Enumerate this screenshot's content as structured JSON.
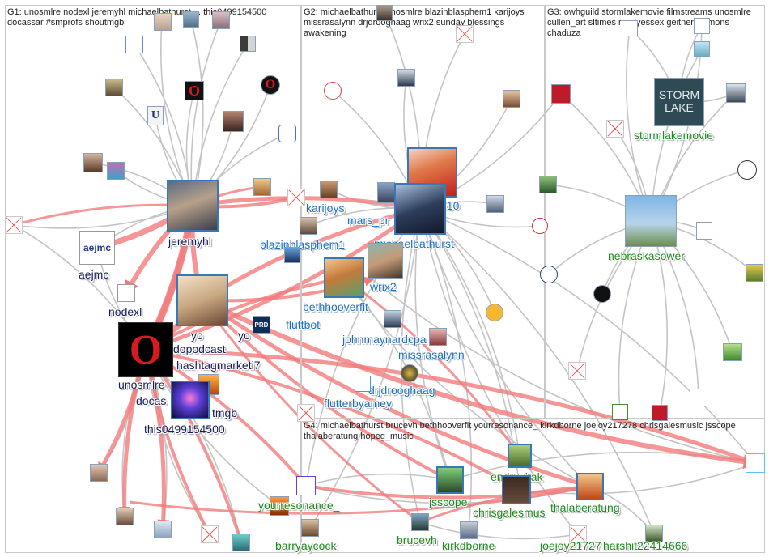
{
  "groups": [
    {
      "id": "G1",
      "title": "G1: unosmlre nodexl jeremyhl michaelbathurst ... this0499154500 docassar #smprofs shoutmgb"
    },
    {
      "id": "G2",
      "title": "G2: michaelbathurst unosmlre blazinblasphem1 karijoys missrasalynn drjdrooghaag wrix2 sunday blessings awakening"
    },
    {
      "id": "G3",
      "title": "G3: owhguild stormlakemovie filmstreams unosmlre cullen_art sltimes randyessex geitnersimmons chaduza"
    },
    {
      "id": "G4",
      "title": "G4: michaelbathurst brucevh bethhooverfit yourresonance_ kirkdborne joejoy217278 chrisgalesmusic jsscope thalaberatung hopeg_music"
    }
  ],
  "labels": {
    "jeremyhl": "jeremyhl",
    "aejmc": "aejmc",
    "nodexl": "nodexl",
    "yo": "yo",
    "yo2": "yo",
    "dopodcast": "dopodcast",
    "hashtagmarketi7": "hashtagmarketi7",
    "unosmlre": "unosmlre",
    "docas": "docas",
    "tmgb": "tmgb",
    "this0499154500": "this0499154500",
    "karijoys": "karijoys",
    "mars_p": "mars_pr",
    "e10": "e10",
    "blazinblasphem1": "blazinblasphem1",
    "michaelbathurst": "michaelbathurst",
    "bethhooverfit": "bethhooverfit",
    "wrix2": "wrix2",
    "fluttbot": "fluttbot",
    "johnmaynardcpa": "johnmaynardcpa",
    "missrasalynn": "missrasalynn",
    "drjdrooghaag": "drjdrooghaag",
    "flutterbyamey": "flutterbyamey",
    "stormlakemovie": "stormlakemovie",
    "nebraskasower": "nebraskasower",
    "yourresonance_": "yourresonance_",
    "barryaycock": "barryaycock",
    "jsscope": "jsscope",
    "endruvitak": "endruvitak",
    "chrisgalesmus": "chrisgalesmus",
    "thalaberatung": "thalaberatung",
    "brucevh": "brucevh",
    "kirkdborne": "kirkdborne",
    "joejoy2172": "joejoy21727",
    "harshit22414666": "harshit22414666"
  },
  "logos": {
    "storm_lake_line1": "STORM",
    "storm_lake_line2": "LAKE",
    "aejmc_logo": "aejmc",
    "prd_logo": "PRD",
    "u_logo": "U"
  },
  "colors": {
    "edge_gray": "#c4c4c4",
    "edge_red": "#f27a7a",
    "label_navy": "#141a5a",
    "label_blue": "#1a6fc4",
    "label_green": "#1d8a1d",
    "group_border": "#c8c8c8"
  }
}
